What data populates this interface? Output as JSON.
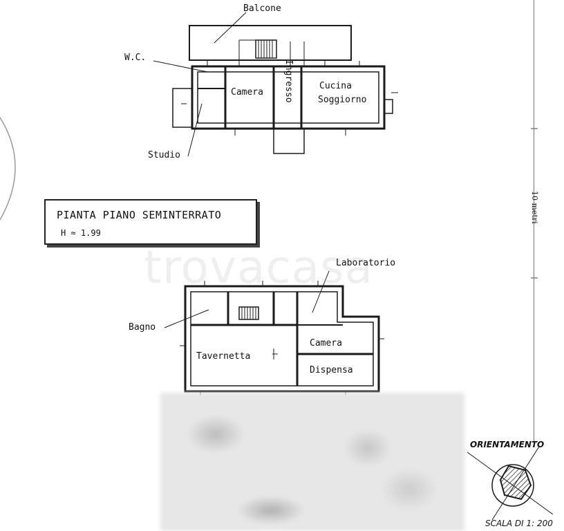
{
  "upper_floor": {
    "labels": {
      "balcone": "Balcone",
      "wc": "W.C.",
      "camera": "Camera",
      "ingresso": "Ingresso",
      "cucina": "Cucina",
      "soggiorno": "Soggiorno",
      "studio": "Studio"
    }
  },
  "title_box": {
    "title": "PIANTA PIANO SEMINTERRATO",
    "height_label": "H ≈ 1.99"
  },
  "watermark": "trovacasa",
  "lower_floor": {
    "labels": {
      "laboratorio": "Laboratorio",
      "bagno": "Bagno",
      "tavernetta": "Tavernetta",
      "camera": "Camera",
      "dispensa": "Dispensa"
    }
  },
  "scale_bar": {
    "label": "10 metri"
  },
  "orientation": {
    "label": "ORIENTAMENTO",
    "scale": "SCALA DI 1: 200"
  }
}
